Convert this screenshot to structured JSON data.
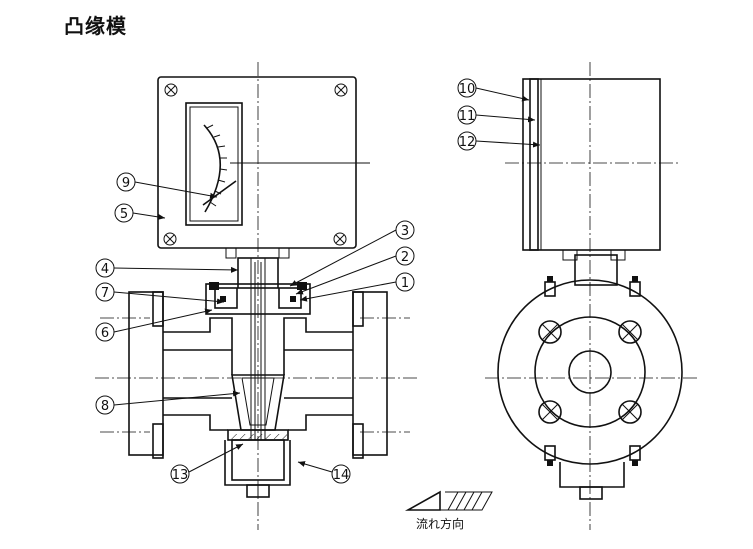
{
  "title": "凸缘模",
  "flow_label": "流れ方向",
  "callouts": [
    {
      "id": "1",
      "label": "1"
    },
    {
      "id": "2",
      "label": "2"
    },
    {
      "id": "3",
      "label": "3"
    },
    {
      "id": "4",
      "label": "4"
    },
    {
      "id": "5",
      "label": "5"
    },
    {
      "id": "6",
      "label": "6"
    },
    {
      "id": "7",
      "label": "7"
    },
    {
      "id": "8",
      "label": "8"
    },
    {
      "id": "9",
      "label": "9"
    },
    {
      "id": "10",
      "label": "10"
    },
    {
      "id": "11",
      "label": "11"
    },
    {
      "id": "12",
      "label": "12"
    },
    {
      "id": "13",
      "label": "13"
    },
    {
      "id": "14",
      "label": "14"
    }
  ]
}
